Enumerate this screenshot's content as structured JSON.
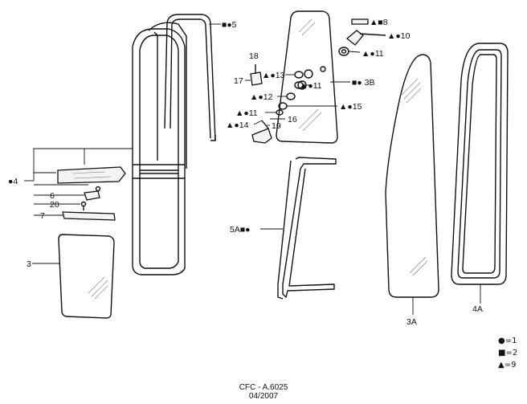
{
  "callouts": {
    "c5": "■●5",
    "c8": "▲■8",
    "c10": "▲●10",
    "c11a": "▲●11",
    "c18": "18",
    "c17": "17",
    "c13": "▲●13",
    "c11b": "▲●11",
    "c3b": "■● 3B",
    "c12": "▲●12",
    "c15": "▲●15",
    "c11c": "▲●11",
    "c14": "▲●14",
    "c16": "16",
    "c19": "19",
    "c4": "●4",
    "c6": "6",
    "c20": "20",
    "c7": "7",
    "c3": "3",
    "c5a": "5A■●",
    "c3a": "3A",
    "c4a": "4A"
  },
  "legend": {
    "circle": "●=1",
    "square": "■=2",
    "triangle": "▲=9"
  },
  "footer": {
    "code": "CFC - A.6025",
    "date": "04/2007"
  }
}
